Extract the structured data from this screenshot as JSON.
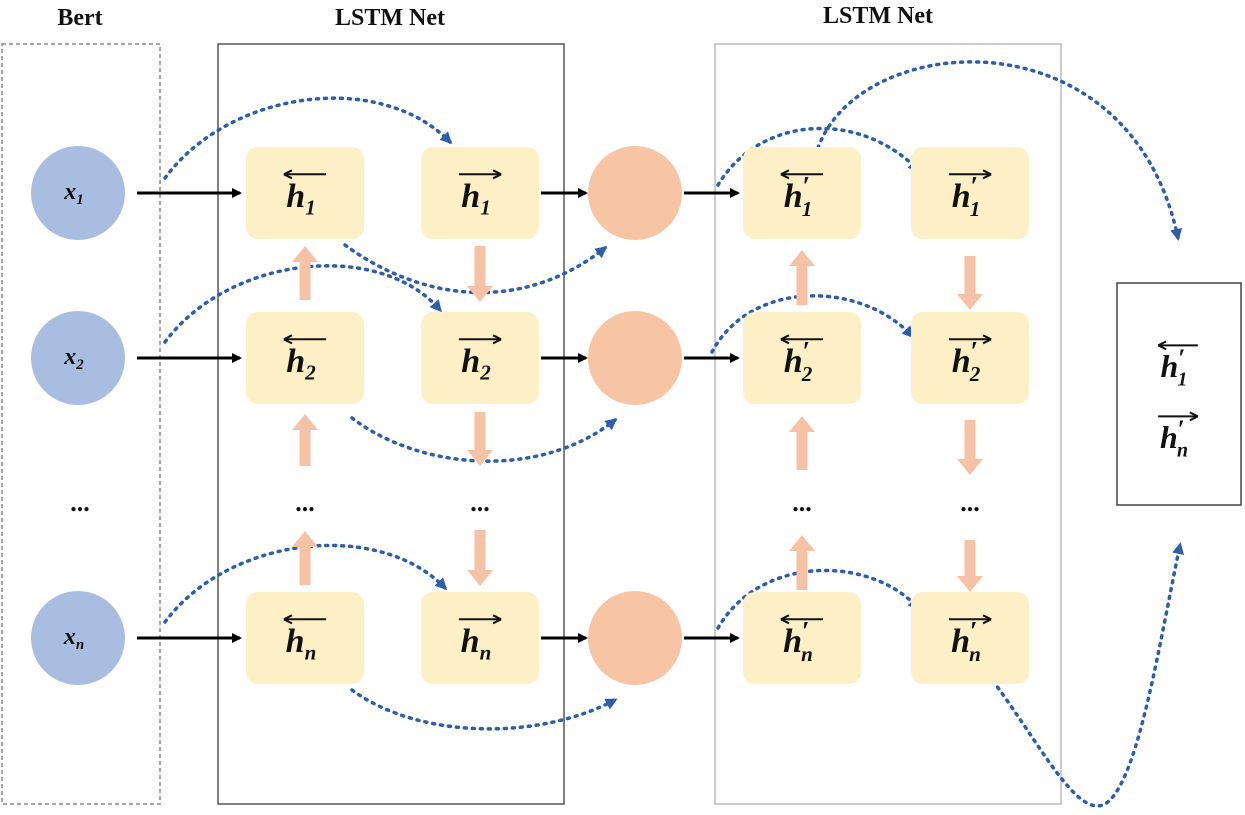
{
  "titles": {
    "bert": "Bert",
    "lstm1": "LSTM Net",
    "lstm2": "LSTM Net"
  },
  "inputs": [
    {
      "base": "x",
      "sub": "1"
    },
    {
      "base": "x",
      "sub": "2"
    },
    {
      "base": "x",
      "sub": "n"
    }
  ],
  "ellipsis": "...",
  "lstm1": {
    "backward": [
      {
        "base": "h",
        "sub": "1",
        "arrow": "left"
      },
      {
        "base": "h",
        "sub": "2",
        "arrow": "left"
      },
      {
        "base": "h",
        "sub": "n",
        "arrow": "left"
      }
    ],
    "forward": [
      {
        "base": "h",
        "sub": "1",
        "arrow": "right"
      },
      {
        "base": "h",
        "sub": "2",
        "arrow": "right"
      },
      {
        "base": "h",
        "sub": "n",
        "arrow": "right"
      }
    ]
  },
  "lstm2": {
    "backward": [
      {
        "base": "h",
        "prime": "′",
        "sub": "1",
        "arrow": "left"
      },
      {
        "base": "h",
        "prime": "′",
        "sub": "2",
        "arrow": "left"
      },
      {
        "base": "h",
        "prime": "′",
        "sub": "n",
        "arrow": "left"
      }
    ],
    "forward": [
      {
        "base": "h",
        "prime": "′",
        "sub": "1",
        "arrow": "right"
      },
      {
        "base": "h",
        "prime": "′",
        "sub": "2",
        "arrow": "right"
      },
      {
        "base": "h",
        "prime": "′",
        "sub": "n",
        "arrow": "right"
      }
    ]
  },
  "output": [
    {
      "base": "h",
      "prime": "′",
      "sub": "1",
      "arrow": "left"
    },
    {
      "base": "h",
      "prime": "′",
      "sub": "n",
      "arrow": "right"
    }
  ],
  "colors": {
    "input_node": "#a9bde0",
    "hidden_box": "#fdf0c6",
    "merge_node": "#f7c4a4",
    "vertical_arrow": "#f6c2a6",
    "dotted_arrow": "#2f5ea8",
    "solid_arrow": "#000000"
  }
}
